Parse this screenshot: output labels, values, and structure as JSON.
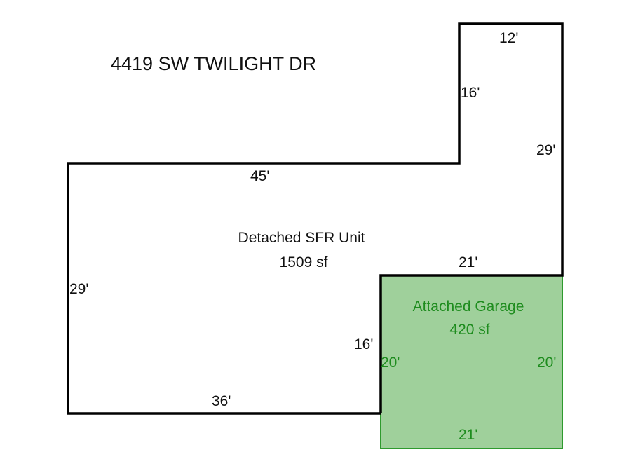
{
  "title": "4419 SW TWILIGHT DR",
  "colors": {
    "outline": "#000000",
    "garage_fill": "#9fd09b",
    "garage_stroke": "#2e9a2e",
    "garage_text": "#1e8c1e"
  },
  "main_unit": {
    "name": "Detached SFR Unit",
    "area": "1509 sf",
    "dimensions": {
      "top_left": "45'",
      "left": "29'",
      "bottom": "36'",
      "inner_right": "16'",
      "bump_left": "16'",
      "bump_top": "12'",
      "right": "29'",
      "garage_top": "21'"
    }
  },
  "garage": {
    "name": "Attached Garage",
    "area": "420 sf",
    "dimensions": {
      "left": "20'",
      "right": "20'",
      "bottom": "21'"
    }
  }
}
